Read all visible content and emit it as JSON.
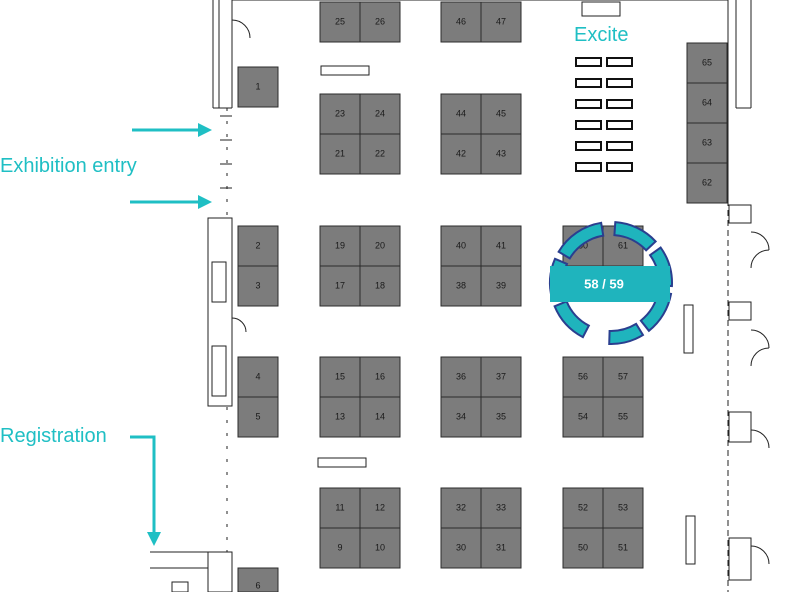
{
  "labels": {
    "exhibition_entry": "Exhibition entry",
    "registration": "Registration",
    "excite": "Excite"
  },
  "highlight": {
    "booth": "58 / 59",
    "color": "#1fb4bd",
    "dark_color": "#2a3f8f"
  },
  "colors": {
    "accent": "#1fbfc4",
    "booth_fill": "#7c7c7c"
  },
  "booths": [
    "1",
    "2",
    "3",
    "4",
    "5",
    "6",
    "9",
    "10",
    "11",
    "12",
    "13",
    "14",
    "15",
    "16",
    "17",
    "18",
    "19",
    "20",
    "21",
    "22",
    "23",
    "24",
    "25",
    "26",
    "30",
    "31",
    "32",
    "33",
    "34",
    "35",
    "36",
    "37",
    "38",
    "39",
    "40",
    "41",
    "42",
    "43",
    "44",
    "45",
    "46",
    "47",
    "50",
    "51",
    "52",
    "53",
    "54",
    "55",
    "56",
    "57",
    "60",
    "61",
    "62",
    "63",
    "64",
    "65"
  ]
}
